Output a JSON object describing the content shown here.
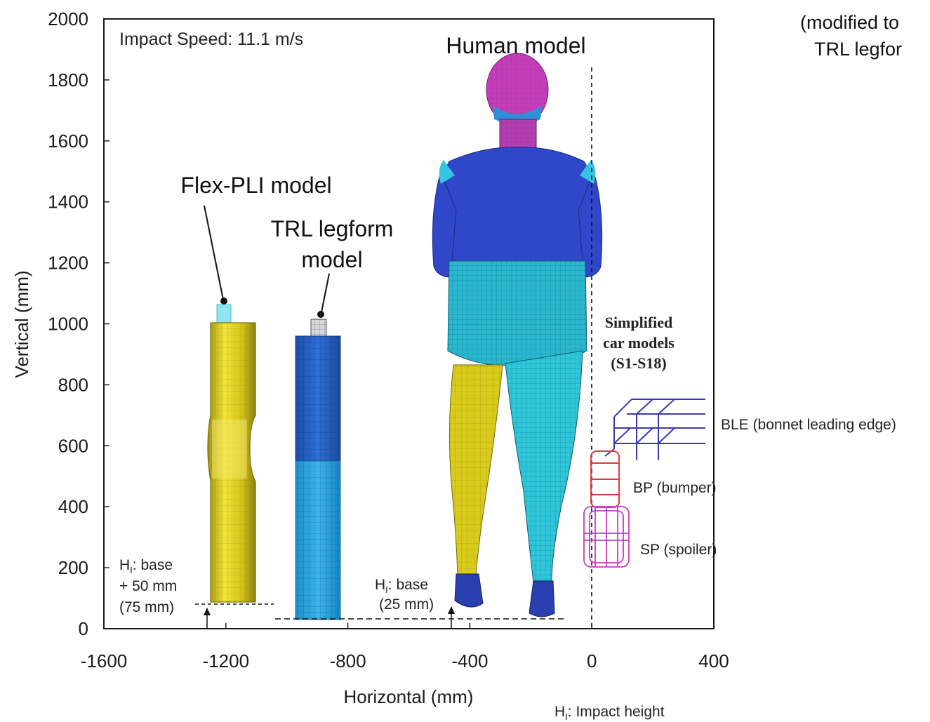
{
  "axes": {
    "xlabel": "Horizontal (mm)",
    "ylabel": "Vertical (mm)",
    "xlim": [
      -1600,
      400
    ],
    "ylim": [
      0,
      2000
    ],
    "xticks": [
      -1600,
      -1200,
      -800,
      -400,
      0,
      400
    ],
    "yticks": [
      0,
      200,
      400,
      600,
      800,
      1000,
      1200,
      1400,
      1600,
      1800,
      2000
    ]
  },
  "labels": {
    "impact_speed": "Impact Speed: 11.1 m/s",
    "human_model": "Human model",
    "flex_pli": "Flex-PLI model",
    "trl_line1": "TRL legform",
    "trl_line2": "model",
    "simplified_line1": "Simplified",
    "simplified_line2": "car models",
    "simplified_line3": "(S1-S18)",
    "ble": "BLE (bonnet leading edge)",
    "bp": "BP (bumper)",
    "sp": "SP (spoiler)",
    "hi_flex_line1": "H",
    "hi_flex_sub": "I",
    "hi_flex_line1_rest": ": base",
    "hi_flex_line2": "+ 50 mm",
    "hi_flex_line3": "(75 mm)",
    "hi_trl_line1": "H",
    "hi_trl_sub": "I",
    "hi_trl_line1_rest": ": base",
    "hi_trl_line2": "(25 mm)",
    "hi_def_main": "H",
    "hi_def_sub": "I",
    "hi_def_rest": ": Impact height",
    "clipped_line1": "(modified to",
    "clipped_line2": "TRL legfor"
  },
  "colors": {
    "flex_yellow": "#e2d21c",
    "flex_cyan": "#7fe0e8",
    "trl_blue": "#2a63c9",
    "trl_light": "#2fa6df",
    "human_blue": "#2f45c6",
    "human_cyan": "#2cc6d6",
    "human_magenta": "#c23ab8",
    "bumper_red": "#e03a3a",
    "spoiler_magenta": "#c040c0",
    "ble_blue": "#3a3ab8"
  }
}
